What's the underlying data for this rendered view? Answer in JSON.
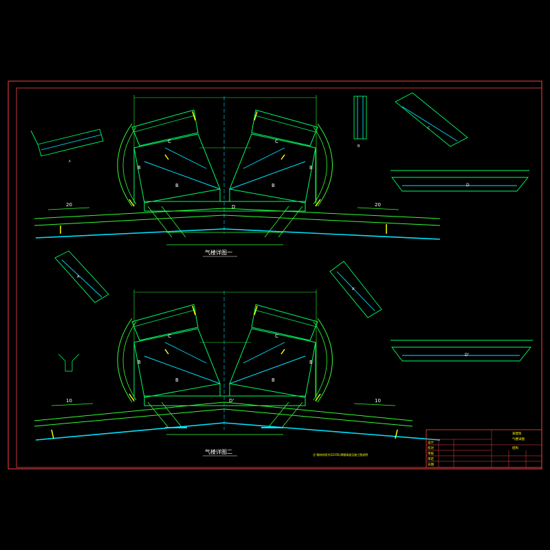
{
  "drawing": {
    "colors": {
      "background": "#000000",
      "frame": "#ff4040",
      "structure": "#00ff66",
      "member": "#00e5ff",
      "highlight": "#ffff00",
      "dimension": "#33ff33",
      "label": "#ffffff",
      "plank": "#4488ff"
    }
  },
  "views": {
    "upper": {
      "title": "气楼详图一",
      "panel_labels": [
        "C",
        "C",
        "B",
        "B",
        "B",
        "B",
        "D"
      ],
      "side_slope_left": "20",
      "side_slope_right": "20"
    },
    "lower": {
      "title": "气楼详图二",
      "panel_labels": [
        "C",
        "C",
        "B",
        "B",
        "B",
        "B",
        "D'"
      ],
      "side_slope_left": "10",
      "side_slope_right": "10",
      "note": "注:钢材材质为Q235B,焊缝高度见施工图说明"
    }
  },
  "details": {
    "part_b_label": "B",
    "part_c_label": "C",
    "part_d_label": "D",
    "part_a_label": "A",
    "part_a2_label": "A'",
    "part_d2_label": "D'"
  },
  "title_block": {
    "header_right_1": "某建筑",
    "header_right_2": "气楼详图",
    "header_right_3": "结构",
    "rows": [
      "设计",
      "校对",
      "审核",
      "审定",
      "日期"
    ]
  }
}
